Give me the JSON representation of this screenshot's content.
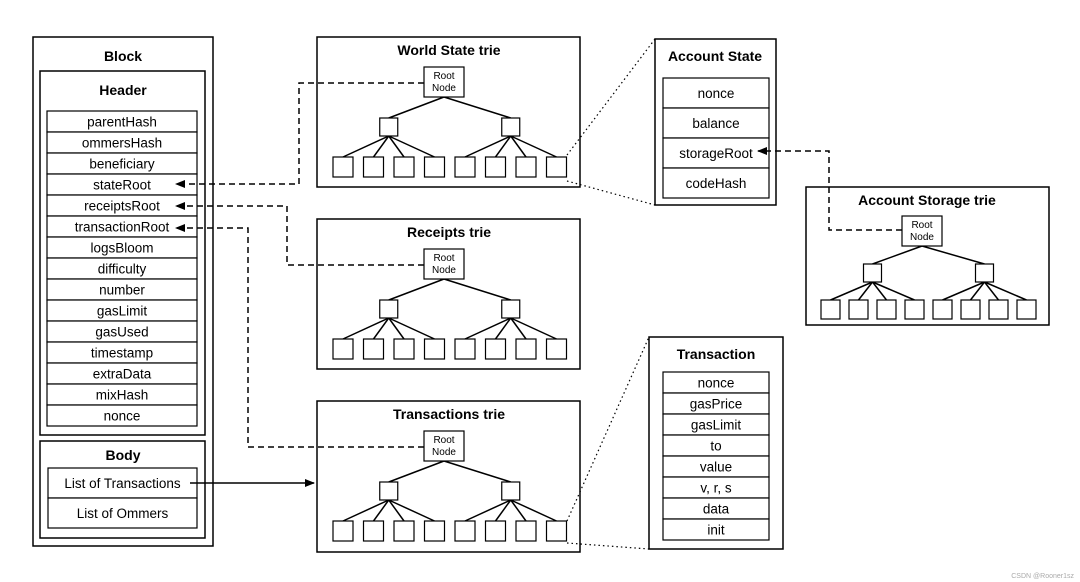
{
  "block": {
    "title": "Block",
    "header": {
      "title": "Header",
      "fields": [
        "parentHash",
        "ommersHash",
        "beneficiary",
        "stateRoot",
        "receiptsRoot",
        "transactionRoot",
        "logsBloom",
        "difficulty",
        "number",
        "gasLimit",
        "gasUsed",
        "timestamp",
        "extraData",
        "mixHash",
        "nonce"
      ]
    },
    "body": {
      "title": "Body",
      "fields": [
        "List of Transactions",
        "List of Ommers"
      ]
    }
  },
  "tries": {
    "world_state": {
      "title": "World State trie"
    },
    "receipts": {
      "title": "Receipts trie"
    },
    "transactions": {
      "title": "Transactions trie"
    },
    "account_storage": {
      "title": "Account Storage trie"
    },
    "root_node_label": [
      "Root",
      "Node"
    ]
  },
  "account_state": {
    "title": "Account State",
    "fields": [
      "nonce",
      "balance",
      "storageRoot",
      "codeHash"
    ]
  },
  "transaction": {
    "title": "Transaction",
    "fields": [
      "nonce",
      "gasPrice",
      "gasLimit",
      "to",
      "value",
      "v, r, s",
      "data",
      "init"
    ]
  },
  "watermark": "CSDN @Rooner1sz"
}
